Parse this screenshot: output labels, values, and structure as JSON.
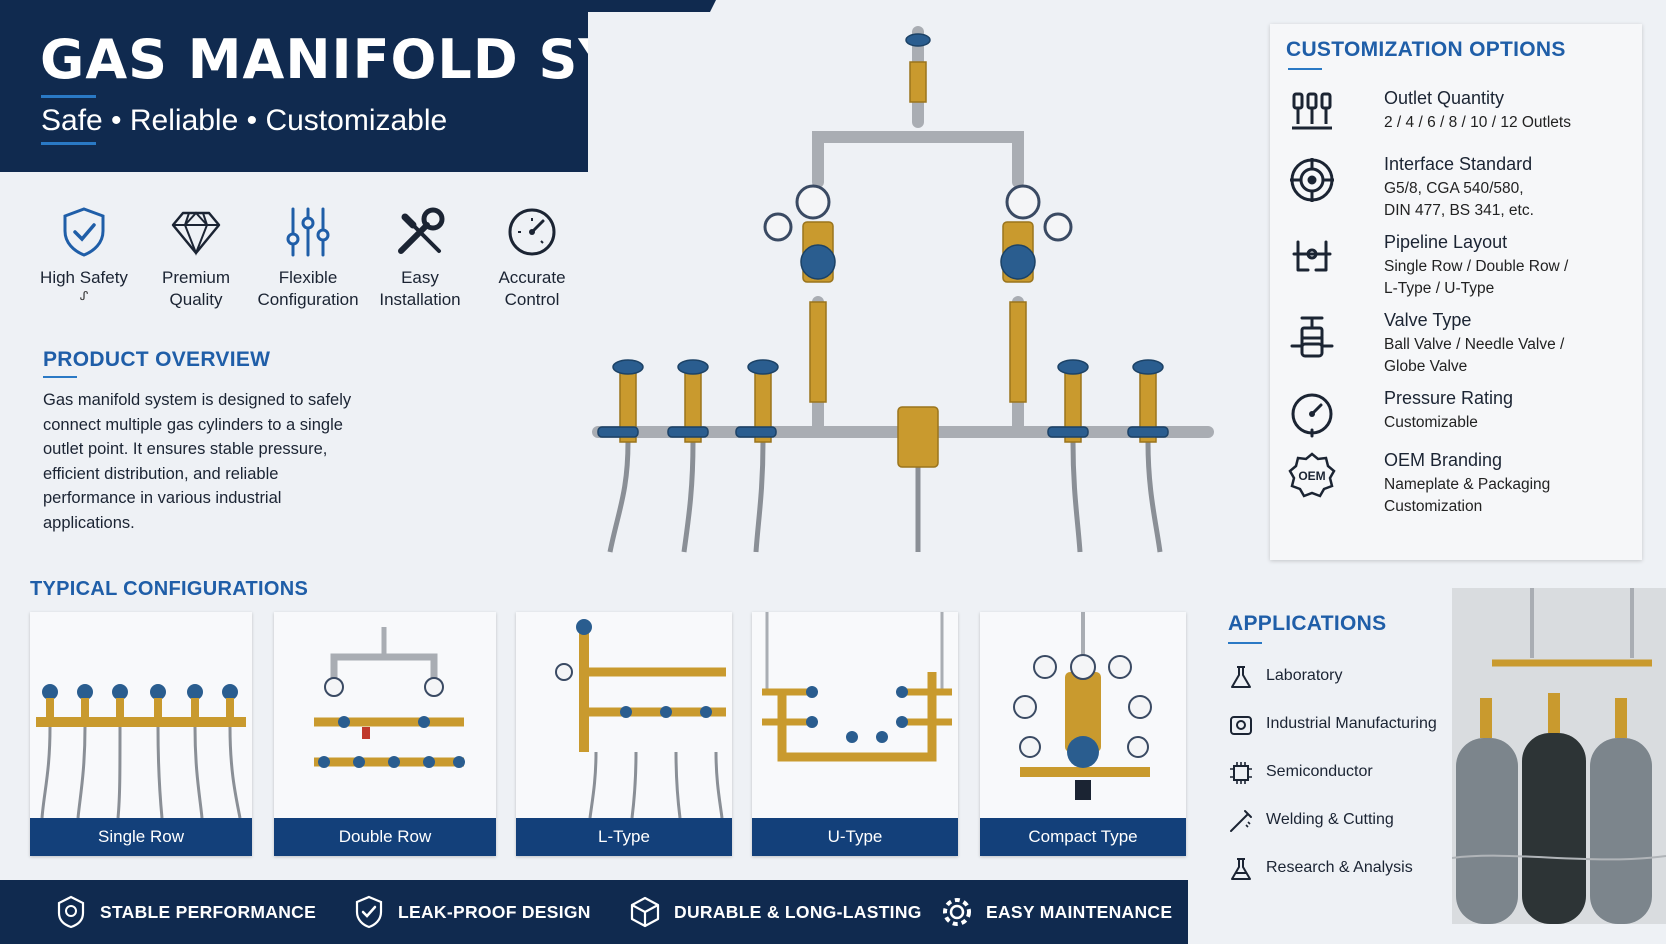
{
  "header": {
    "title": "GAS MANIFOLD SYSTEM",
    "subtitle": "Safe • Reliable • Customizable"
  },
  "features": [
    {
      "icon": "shield-check-icon",
      "line1": "High Safety",
      "line2": "ᔑ"
    },
    {
      "icon": "diamond-icon",
      "line1": "Premium",
      "line2": "Quality"
    },
    {
      "icon": "sliders-icon",
      "line1": "Flexible",
      "line2": "Configuration"
    },
    {
      "icon": "wrench-screwdriver-icon",
      "line1": "Easy",
      "line2": "Installation"
    },
    {
      "icon": "gauge-icon",
      "line1": "Accurate",
      "line2": "Control"
    }
  ],
  "overview": {
    "heading": "PRODUCT OVERVIEW",
    "lines": [
      "Gas manifold system is designed to safely",
      "connect multiple gas cylinders to a single",
      "outlet point. It ensures stable pressure,",
      "efficient distribution, and reliable",
      "performance in various industrial",
      "applications."
    ]
  },
  "customization": {
    "heading": "CUSTOMIZATION OPTIONS",
    "options": [
      {
        "icon": "outlet-icon",
        "title": "Outlet Quantity",
        "desc": [
          "2 / 4 / 6 / 8 / 10 / 12 Outlets"
        ]
      },
      {
        "icon": "target-icon",
        "title": "Interface Standard",
        "desc": [
          "G5/8, CGA 540/580,",
          "DIN 477, BS 341, etc."
        ]
      },
      {
        "icon": "pipeline-icon",
        "title": "Pipeline Layout",
        "desc": [
          "Single Row / Double Row /",
          "L-Type / U-Type"
        ]
      },
      {
        "icon": "valve-icon",
        "title": "Valve Type",
        "desc": [
          "Ball Valve / Needle Valve /",
          "Globe Valve"
        ]
      },
      {
        "icon": "pressure-gauge-icon",
        "title": "Pressure Rating",
        "desc": [
          "Customizable"
        ]
      },
      {
        "icon": "oem-badge-icon",
        "title": "OEM Branding",
        "desc": [
          "Nameplate & Packaging",
          "Customization"
        ],
        "badge": "OEM"
      }
    ]
  },
  "configurations": {
    "heading": "TYPICAL CONFIGURATIONS",
    "items": [
      "Single Row",
      "Double Row",
      "L-Type",
      "U-Type",
      "Compact Type"
    ]
  },
  "applications": {
    "heading": "APPLICATIONS",
    "items": [
      {
        "icon": "flask-icon",
        "label": "Laboratory"
      },
      {
        "icon": "factory-icon",
        "label": "Industrial Manufacturing"
      },
      {
        "icon": "chip-icon",
        "label": "Semiconductor"
      },
      {
        "icon": "welding-torch-icon",
        "label": "Welding & Cutting"
      },
      {
        "icon": "research-flask-icon",
        "label": "Research & Analysis"
      }
    ]
  },
  "footer": [
    {
      "icon": "stable-badge-icon",
      "label": "STABLE PERFORMANCE"
    },
    {
      "icon": "shield-icon",
      "label": "LEAK-PROOF DESIGN"
    },
    {
      "icon": "cube-icon",
      "label": "DURABLE & LONG-LASTING"
    },
    {
      "icon": "gear-icon",
      "label": "EASY MAINTENANCE"
    }
  ],
  "colors": {
    "navy": "#102a4f",
    "accent": "#1f5ea8",
    "label_blue": "#13407a",
    "brass": "#c99a2e",
    "valve_blue": "#2a5d8f"
  }
}
